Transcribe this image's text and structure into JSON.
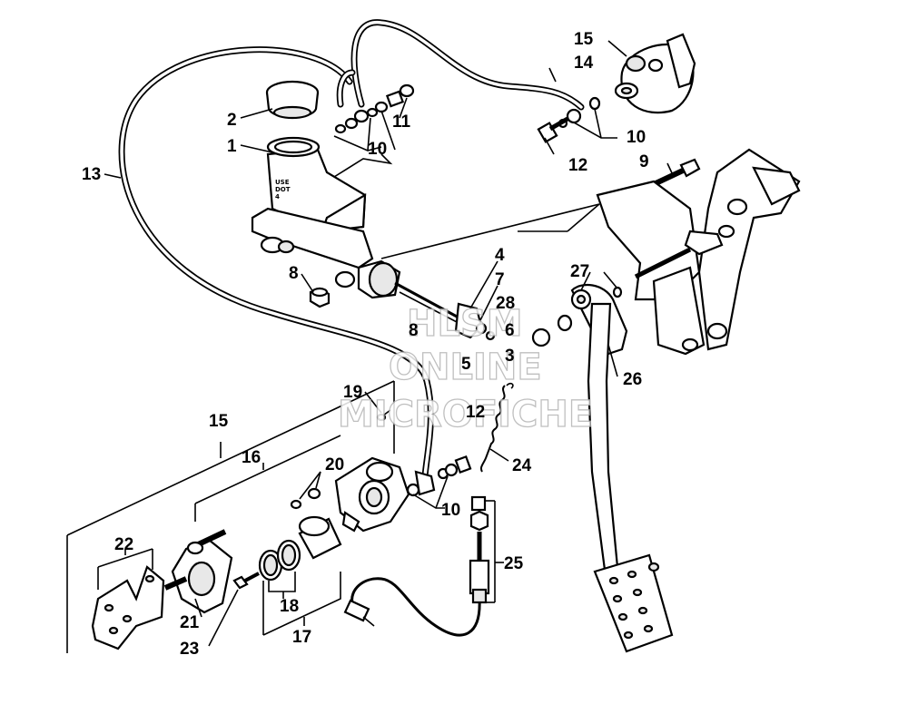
{
  "watermark": {
    "line1": "HLSM",
    "line2": "ONLINE",
    "line3": "MICROFICHE"
  },
  "reservoir_text": {
    "line1": "USE",
    "line2": "DOT",
    "line3": "4"
  },
  "callouts": {
    "c1": "1",
    "c2": "2",
    "c3": "3",
    "c4": "4",
    "c5": "5",
    "c6": "6",
    "c7": "7",
    "c8a": "8",
    "c8b": "8",
    "c9": "9",
    "c10a": "10",
    "c10b": "10",
    "c10c": "10",
    "c11": "11",
    "c12a": "12",
    "c12b": "12",
    "c13": "13",
    "c14": "14",
    "c15a": "15",
    "c15b": "15",
    "c16": "16",
    "c17": "17",
    "c18": "18",
    "c19": "19",
    "c20": "20",
    "c21": "21",
    "c22": "22",
    "c23": "23",
    "c24": "24",
    "c25": "25",
    "c26": "26",
    "c27": "27",
    "c28": "28"
  }
}
